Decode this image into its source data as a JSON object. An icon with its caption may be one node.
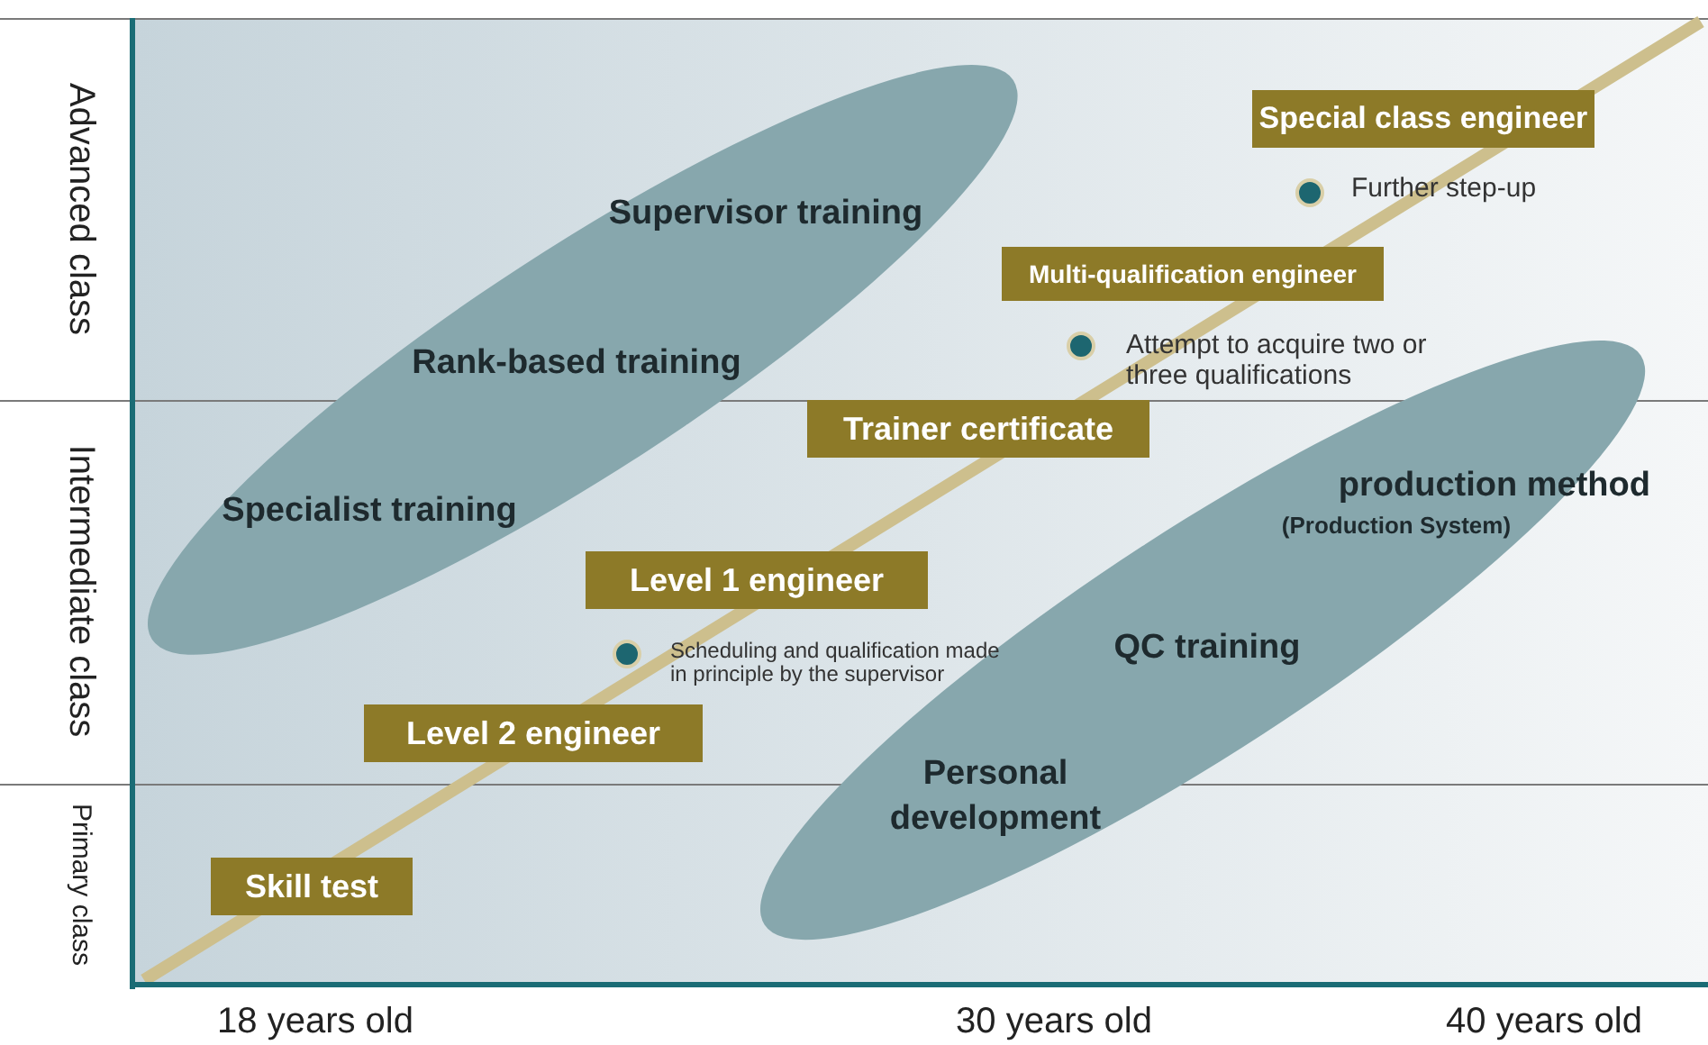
{
  "diagram": {
    "nodes": [
      {
        "text": [
          "Supervisor training",
          "Rank-based training",
          "Specialist training"
        ]
      },
      {
        "text": [
          "production method",
          "(Production System)",
          "QC training",
          "Personal development"
        ]
      },
      {
        "text": [
          "Special class engineer"
        ]
      },
      {
        "text": [],
        "shape": "circle"
      },
      {
        "text": [
          "Multi-qualification engineer"
        ]
      },
      {
        "text": [],
        "shape": "circle"
      },
      {
        "text": [
          "Trainer certificate"
        ]
      },
      {
        "text": [
          "Level 1 engineer"
        ]
      },
      {
        "text": [],
        "shape": "circle"
      },
      {
        "text": [
          "Level 2 engineer"
        ]
      },
      {
        "text": [
          "Skill test"
        ]
      }
    ],
    "labels": [
      "Further step-up",
      "Attempt to acquire two or three qualifications",
      "Scheduling and qualification made in principle by the supervisor",
      "Advanced class",
      "Intermediate class",
      "Primary class",
      "18 years old",
      "30 years old",
      "40 years old"
    ]
  }
}
